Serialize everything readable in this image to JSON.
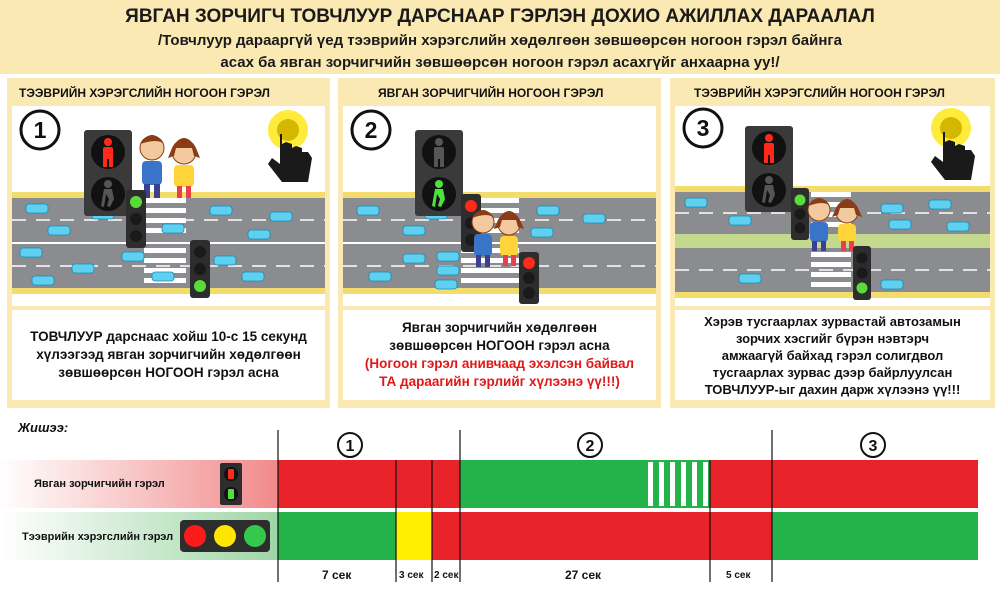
{
  "header": {
    "title": "ЯВГАН ЗОРЧИГЧ ТОВЧЛУУР ДАРСНААР ГЭРЛЭН ДОХИО АЖИЛЛАХ ДАРААЛАЛ",
    "subtitle_line1": "/Товчлуур дарааргүй үед тээврийн хэрэгслийн хөдөлгөөн зөвшөөрсөн ногоон гэрэл байнга",
    "subtitle_line2": "асах ба явган зорчигчийн зөвшөөрсөн ногоон гэрэл асахгүйг анхаарна уу!/"
  },
  "panels": [
    {
      "number": "1",
      "title": "ТЭЭВРИЙН ХЭРЭГСЛИЙН НОГООН ГЭРЭЛ",
      "text_lines": [
        "ТОВЧЛУУР дарснаас хойш 10-с 15 секунд",
        "хүлээгээд явган зорчигчийн хөдөлгөөн",
        "зөвшөөрсөн НОГООН гэрэл асна"
      ],
      "red_lines": []
    },
    {
      "number": "2",
      "title": "ЯВГАН ЗОРЧИГЧИЙН НОГООН ГЭРЭЛ",
      "text_lines": [
        "Явган зорчигчийн хөдөлгөөн",
        "зөвшөөрсөн НОГООН гэрэл асна"
      ],
      "red_lines": [
        "(Ногоон гэрэл анивчаад эхэлсэн байвал",
        "ТА дараагийн гэрлийг хүлээнэ үү!!!)"
      ]
    },
    {
      "number": "3",
      "title": "ТЭЭВРИЙН ХЭРЭГСЛИЙН НОГООН ГЭРЭЛ",
      "text_lines": [
        "Хэрэв тусгаарлах зурвастай автозамын",
        "зорчих хэсгийг бүрэн нэвтэрч",
        "амжаагүй байхад гэрэл солигдвол",
        "тусгаарлах зурвас дээр байрлуулсан",
        "ТОВЧЛУУР-ыг дахин дарж хүлээнэ үү!!!"
      ],
      "red_lines": []
    }
  ],
  "timeline": {
    "example_label": "Жишээ:",
    "pedestrian_label": "Явган зорчигчийн гэрэл",
    "vehicle_label": "Тээврийн хэрэгслийн гэрэл",
    "phase_numbers": [
      "1",
      "2",
      "3"
    ],
    "durations": [
      "7 сек",
      "3 сек",
      "2 сек",
      "27 сек",
      "5 сек"
    ]
  },
  "colors": {
    "red": "#e8232a",
    "green": "#24b24b",
    "yellow": "#ffee00",
    "cream": "#fbe9b4"
  }
}
